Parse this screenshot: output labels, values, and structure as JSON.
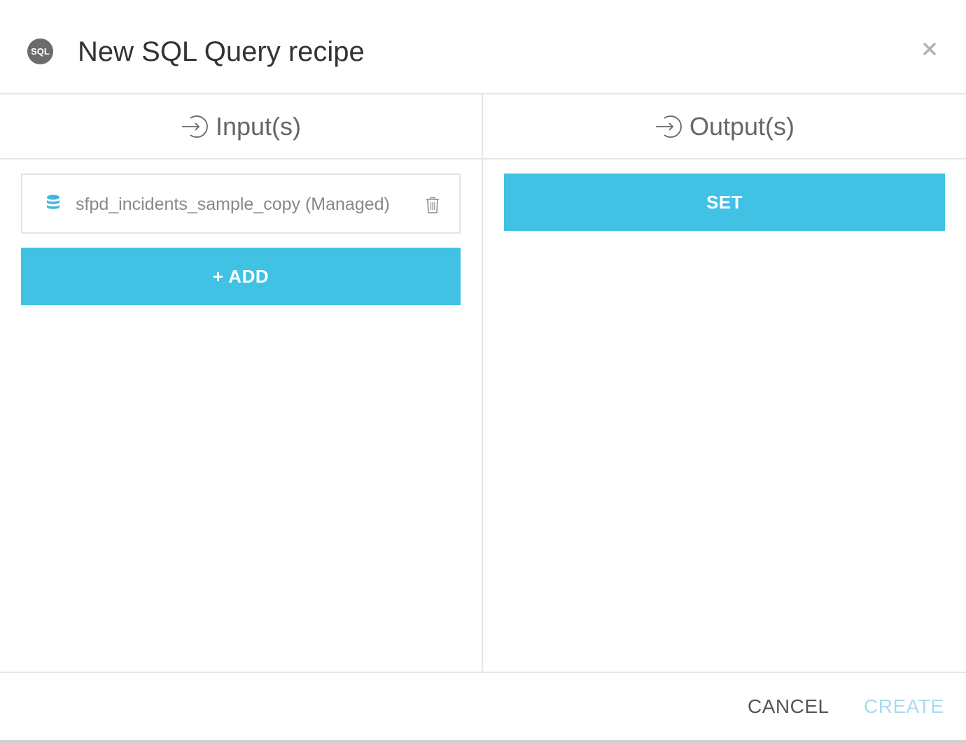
{
  "dialog": {
    "badge": "SQL",
    "title": "New SQL Query recipe",
    "close_glyph": "×"
  },
  "inputs": {
    "header": "Input(s)",
    "items": [
      {
        "label": "sfpd_incidents_sample_copy (Managed)",
        "icon": "database-icon"
      }
    ],
    "add_label": "+ ADD"
  },
  "outputs": {
    "header": "Output(s)",
    "set_label": "SET"
  },
  "footer": {
    "cancel_label": "CANCEL",
    "create_label": "CREATE"
  },
  "colors": {
    "accent": "#41c1e4",
    "disabled_text": "#a9dcee",
    "badge_bg": "#6b6b6b"
  }
}
